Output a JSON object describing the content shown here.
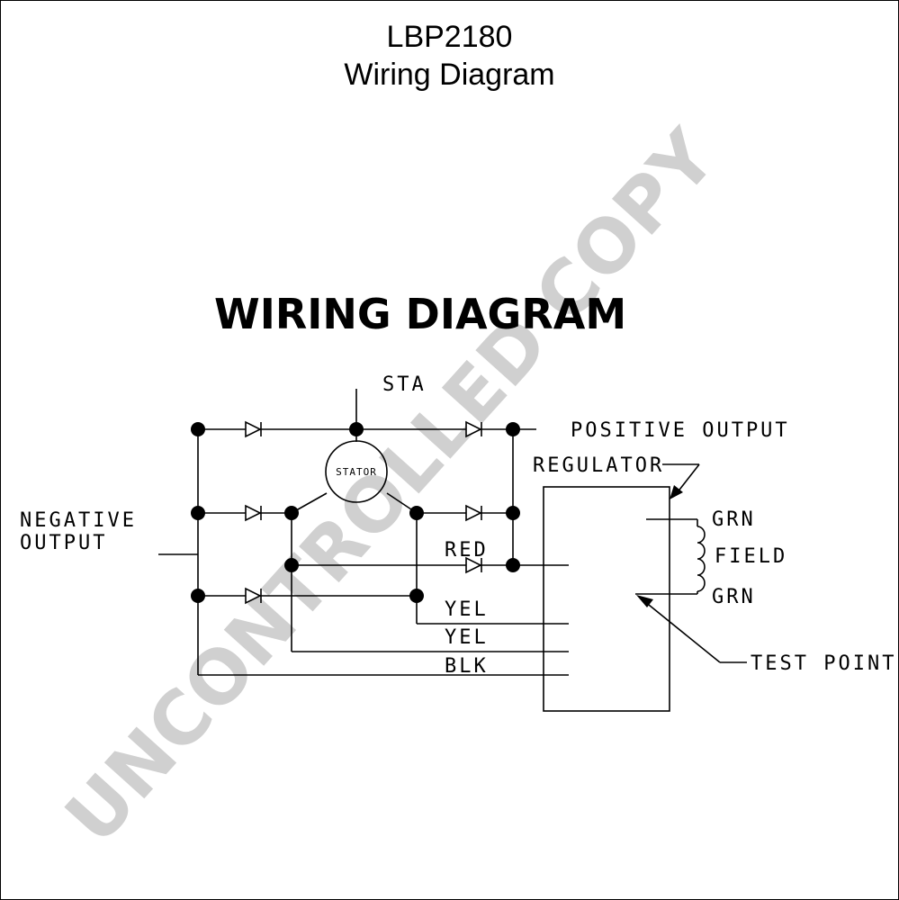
{
  "header": {
    "model": "LBP2180",
    "subtitle": "Wiring Diagram"
  },
  "diagram": {
    "heading": "WIRING  DIAGRAM",
    "labels": {
      "sta": "STA",
      "positive_output": "POSITIVE OUTPUT",
      "regulator": "REGULATOR",
      "negative_output_line1": "NEGATIVE",
      "negative_output_line2": "OUTPUT",
      "stator": "STATOR",
      "red": "RED",
      "yel1": "YEL",
      "yel2": "YEL",
      "blk": "BLK",
      "grn_top": "GRN",
      "field": "FIELD",
      "grn_bottom": "GRN",
      "test_point": "TEST POINT"
    }
  },
  "watermark": "UNCONTROLLED COPY",
  "colors": {
    "line": "#000000",
    "watermark": "#d0d0d0",
    "background": "#ffffff"
  }
}
